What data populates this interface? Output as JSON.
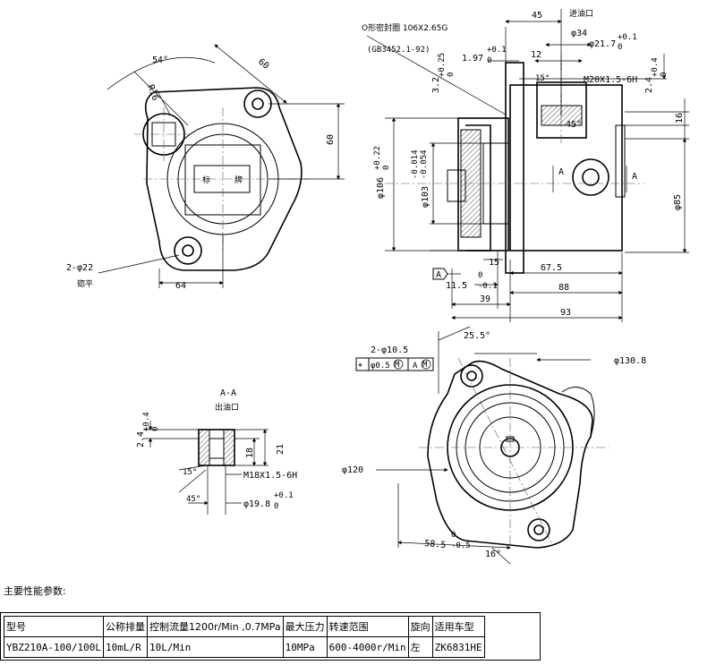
{
  "drawing": {
    "front_view": {
      "angle_54": "54°",
      "r16": "R16",
      "d60_diag": "60",
      "d60_vert": "60",
      "d64": "64",
      "holes": "2-φ22",
      "holes_note": "锪平",
      "nameplate_left": "标",
      "nameplate_right": "牌"
    },
    "side_view": {
      "oring": "O形密封圈 106X2.65G",
      "oring_std": "(GB3452.1-92)",
      "inlet": "进油口",
      "d45": "45",
      "d34": "φ34",
      "d12": "12",
      "d197": "1.97",
      "d197_tol": "+0.1",
      "d197_tol2": "0",
      "d217": "φ21.7",
      "d217_tol": "+0.1",
      "d217_tol2": "0",
      "a15": "15°",
      "m20": "M20X1.5-6H",
      "d24": "2.4",
      "d24_tol": "+0.4",
      "d24_tol2": "0",
      "d32": "3.2",
      "d32_tol": "+0.25",
      "d32_tol2": "0",
      "a45": "45°",
      "d16": "16",
      "d106": "φ106",
      "d106_tol": "+0.22",
      "d106_tol2": "0",
      "d103": "φ103",
      "d103_tol": "-0.014",
      "d103_tol2": "-0.054",
      "sec_a1": "A",
      "sec_a2": "A",
      "d85": "φ85",
      "d15": "15",
      "datum_a": "A",
      "d115": "11.5",
      "d115_tol": "0",
      "d115_tol2": "-0.1",
      "d675": "67.5",
      "d88": "88",
      "d39": "39",
      "d93": "93"
    },
    "section_view": {
      "title": "A-A",
      "subtitle": "出油口",
      "d24": "2.4",
      "d24_tol": "+0.4",
      "d24_tol2": "0",
      "d18": "18",
      "d21": "21",
      "a15": "15°",
      "m18": "M18X1.5-6H",
      "a45": "45°",
      "d198": "φ19.8",
      "d198_tol": "+0.1",
      "d198_tol2": "0"
    },
    "rear_view": {
      "a255": "25.5°",
      "holes": "2-φ10.5",
      "tol_pos": "⌖",
      "tol_val": "φ0.5",
      "tol_m": "M",
      "tol_ref": "A",
      "tol_ref_m": "M",
      "d1308": "φ130.8",
      "d120": "φ120",
      "d585": "58.5",
      "d585_tol": "0",
      "d585_tol2": "-0.5",
      "a16": "16°"
    }
  },
  "params": {
    "title": "主要性能参数:",
    "headers": [
      "型号",
      "公称排量",
      "控制流量1200r/Min ,0.7MPa",
      "最大压力",
      "转速范围",
      "旋向",
      "适用车型"
    ],
    "row": [
      "YBZ210A-100/100L",
      "10mL/R",
      "10L/Min",
      "10MPa",
      "600-4000r/Min",
      "左",
      "ZK6831HE"
    ]
  }
}
